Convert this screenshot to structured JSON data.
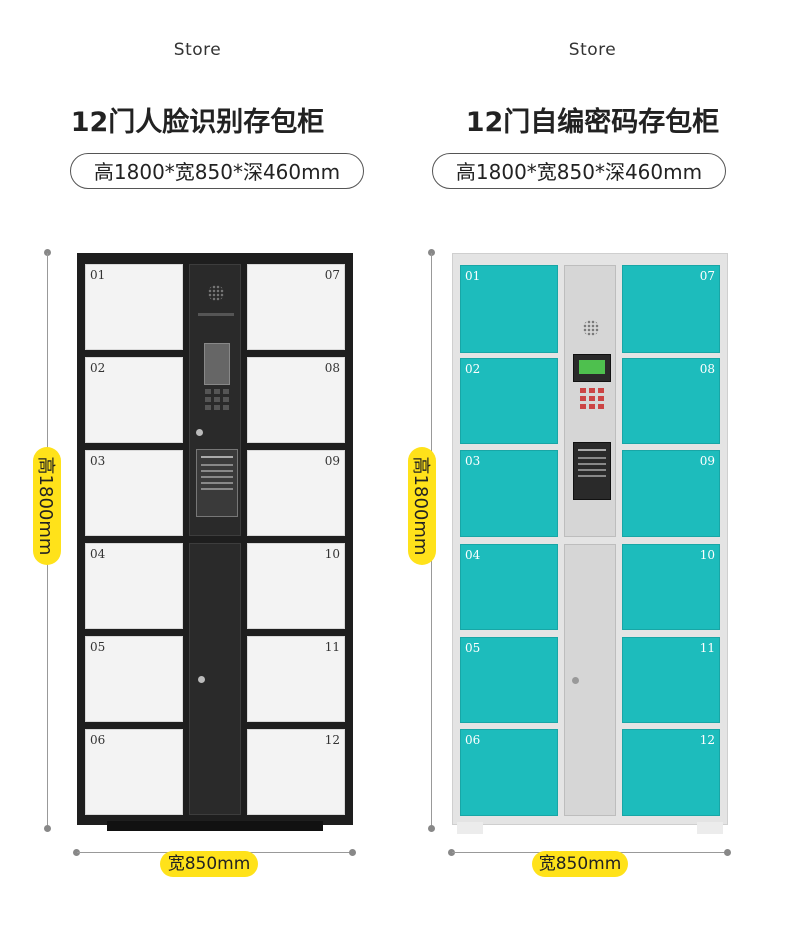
{
  "left": {
    "store": "Store",
    "title": "12门人脸识别存包柜",
    "dimensions": "高1800*宽850*深460mm",
    "height_label": "高1800mm",
    "width_label": "宽850mm",
    "door_numbers_left": [
      "01",
      "02",
      "03",
      "04",
      "05",
      "06"
    ],
    "door_numbers_right": [
      "07",
      "08",
      "09",
      "10",
      "11",
      "12"
    ]
  },
  "right": {
    "store": "Store",
    "title": "12门自编密码存包柜",
    "dimensions": "高1800*宽850*深460mm",
    "height_label": "高1800mm",
    "width_label": "宽850mm",
    "door_numbers_left": [
      "01",
      "02",
      "03",
      "04",
      "05",
      "06"
    ],
    "door_numbers_right": [
      "07",
      "08",
      "09",
      "10",
      "11",
      "12"
    ]
  },
  "colors": {
    "highlight_yellow": "#ffe21a",
    "black_cabinet": "#1e1e1e",
    "teal_door": "#1dbcbc",
    "grey_cabinet": "#e4e4e4"
  }
}
